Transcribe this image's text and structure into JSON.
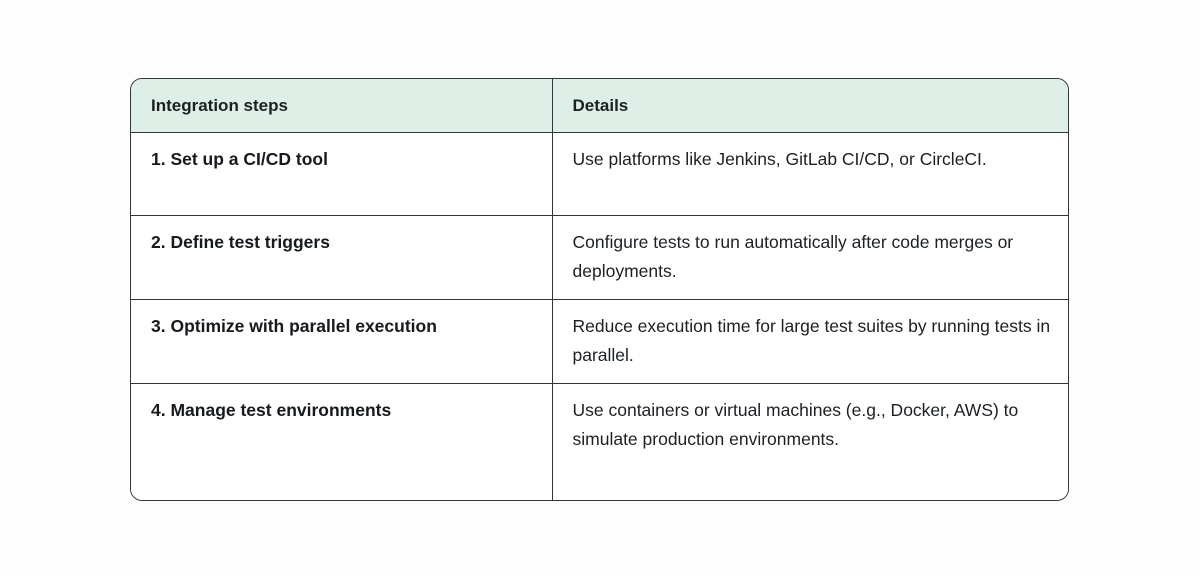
{
  "table": {
    "columns": [
      "Integration steps",
      "Details"
    ],
    "rows": [
      {
        "step": "1. Set up a CI/CD tool",
        "detail": "Use platforms like Jenkins, GitLab CI/CD, or CircleCI."
      },
      {
        "step": "2. Define test triggers",
        "detail": "Configure tests to run automatically after code merges or deployments."
      },
      {
        "step": "3. Optimize with parallel execution",
        "detail": "Reduce execution time for large test suites by running tests in parallel."
      },
      {
        "step": "4. Manage test environments",
        "detail": "Use containers or virtual machines (e.g., Docker, AWS) to simulate production environments."
      }
    ],
    "colors": {
      "header_background": "#ddefe6",
      "border": "#2f353a",
      "body_background": "#ffffff",
      "text": "#1c2024"
    }
  }
}
